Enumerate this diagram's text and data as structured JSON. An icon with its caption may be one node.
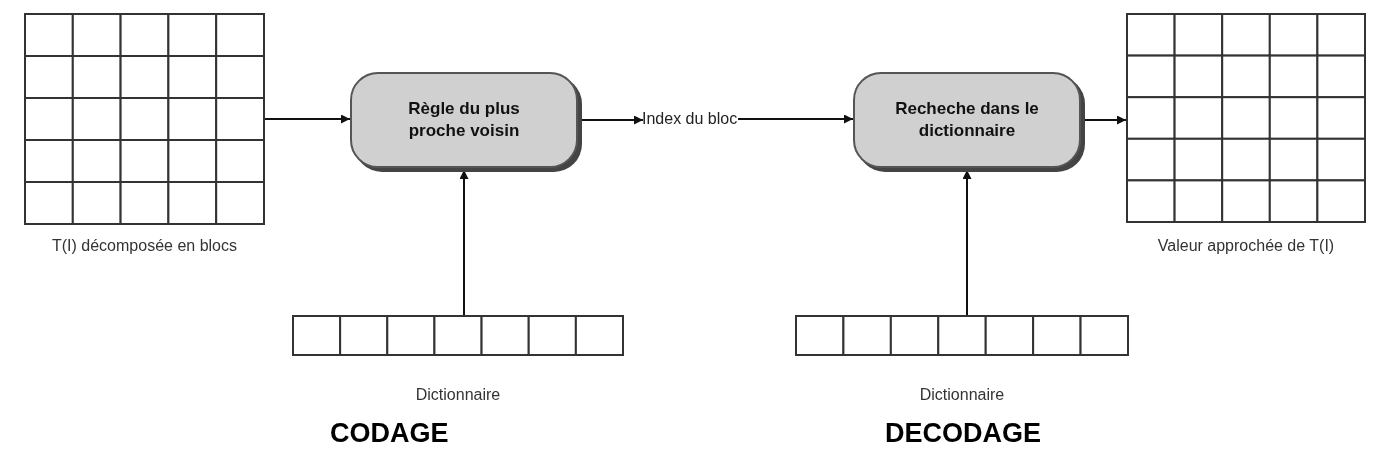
{
  "diagram": {
    "nodes": [
      {
        "text": [],
        "shape": "grid",
        "beside": [
          "T(I) décomposée en blocs"
        ]
      },
      {
        "text": [
          "Règle du plus proche voisin"
        ]
      },
      {
        "text": [
          "Index du bloc"
        ]
      },
      {
        "text": [
          "Recheche dans le dictionnaire"
        ]
      },
      {
        "text": [],
        "shape": "grid",
        "beside": [
          "Valeur approchée de T(I)"
        ]
      },
      {
        "text": [],
        "shape": "grid",
        "beside": [
          "Dictionnaire"
        ]
      },
      {
        "text": [],
        "shape": "grid",
        "beside": [
          "Dictionnaire"
        ]
      }
    ],
    "edges": [
      {
        "from": 0,
        "to": 1,
        "arrow": "to"
      },
      {
        "from": 1,
        "to": 2,
        "arrow": "to"
      },
      {
        "from": 2,
        "to": 3,
        "arrow": "to"
      },
      {
        "from": 3,
        "to": 4,
        "arrow": "to"
      },
      {
        "from": 5,
        "to": 1,
        "arrow": "to"
      },
      {
        "from": 6,
        "to": 3,
        "arrow": "to"
      }
    ],
    "labels": [
      "CODAGE",
      "DECODAGE"
    ]
  }
}
